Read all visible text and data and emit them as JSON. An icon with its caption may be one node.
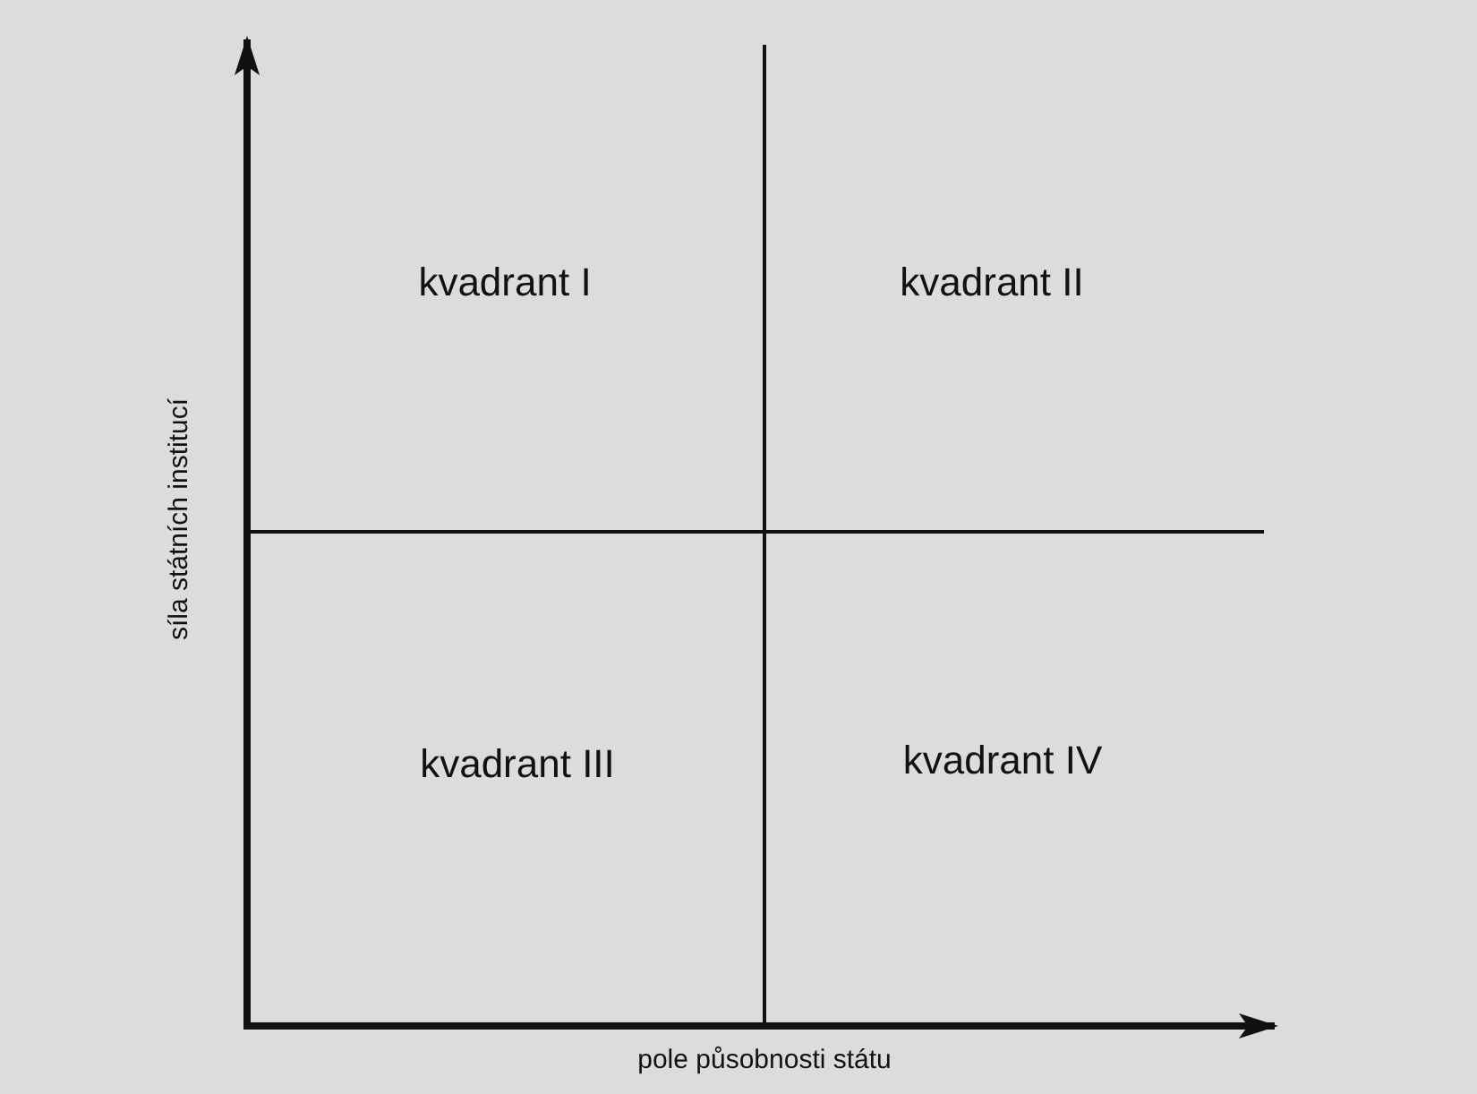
{
  "diagram": {
    "labels": [
      "kvadrant I",
      "kvadrant II",
      "síla státních institucí",
      "kvadrant III",
      "kvadrant IV",
      "pole působnosti státu"
    ]
  }
}
